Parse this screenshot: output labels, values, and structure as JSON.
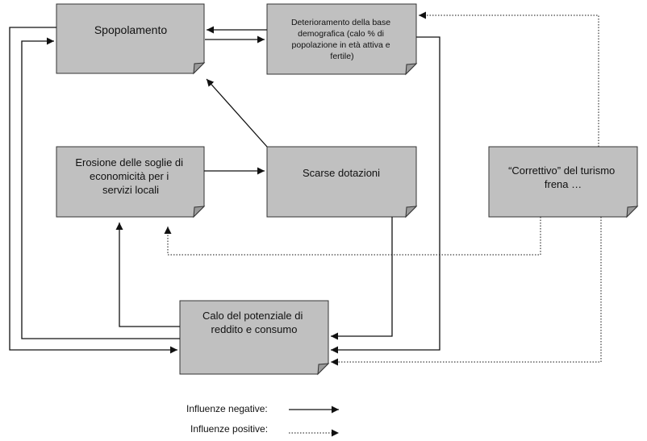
{
  "boxes": {
    "spopolamento": {
      "lines": [
        "Spopolamento"
      ]
    },
    "deterioramento": {
      "lines": [
        "Deterioramento della base",
        "demografica (calo % di",
        "popolazione in età attiva e",
        "fertile)"
      ]
    },
    "erosione": {
      "lines": [
        "Erosione delle soglie di",
        "economicità per i",
        "servizi locali"
      ]
    },
    "scarse": {
      "lines": [
        "Scarse dotazioni"
      ]
    },
    "correttivo": {
      "lines": [
        "“Correttivo” del turismo",
        "frena …"
      ]
    },
    "calo": {
      "lines": [
        "Calo del potenziale di",
        "reddito e consumo"
      ]
    }
  },
  "legend": {
    "negative_label": "Influenze negative:",
    "positive_label": "Influenze positive:"
  },
  "colors": {
    "box_fill": "#c0c0c0",
    "box_stroke": "#333333",
    "line": "#111111"
  }
}
